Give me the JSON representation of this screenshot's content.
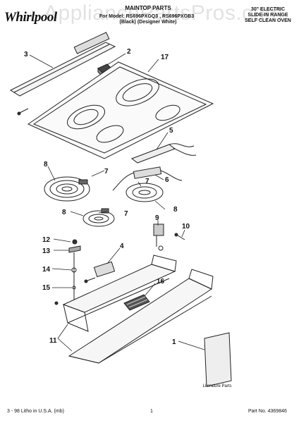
{
  "header": {
    "brand": "Whirlpool",
    "title": "MAINTOP PARTS",
    "model_line": "For Model: RS696PXGQ3 , RS696PXGB3",
    "colors": "(Black)      (Designer White)",
    "description": [
      "30\" ELECTRIC",
      "SLIDE-IN RANGE",
      "SELF CLEAN OVEN"
    ]
  },
  "watermark": "AppliancePartsPros.com",
  "callouts": [
    "1",
    "2",
    "3",
    "4",
    "5",
    "6",
    "7",
    "7",
    "7",
    "8",
    "8",
    "8",
    "9",
    "10",
    "11",
    "12",
    "13",
    "14",
    "15",
    "16",
    "17"
  ],
  "literature_label": "Literature Parts",
  "footer": {
    "left": "3 - 98 Litho in U.S.A. (mb)",
    "page": "1",
    "part_no": "Part No. 4369846"
  }
}
